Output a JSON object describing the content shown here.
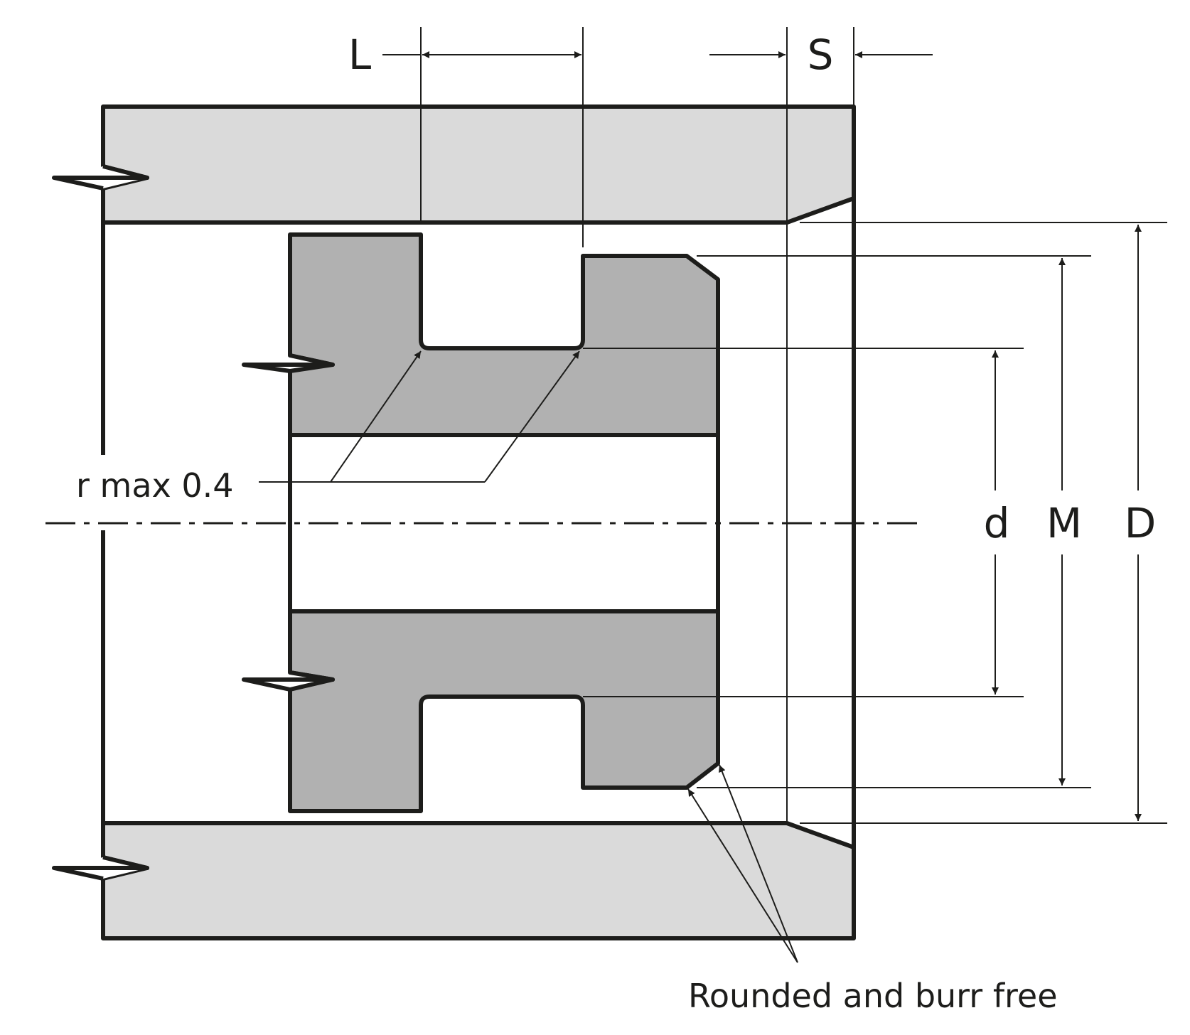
{
  "labels": {
    "L": "L",
    "S": "S",
    "d": "d",
    "M": "M",
    "D": "D",
    "radius_note": "r max 0.4",
    "edge_note": "Rounded and burr free"
  },
  "colors": {
    "line": "#1d1d1b",
    "housing_fill": "#dadada",
    "rod_fill": "#b1b1b1",
    "background": "#ffffff"
  }
}
